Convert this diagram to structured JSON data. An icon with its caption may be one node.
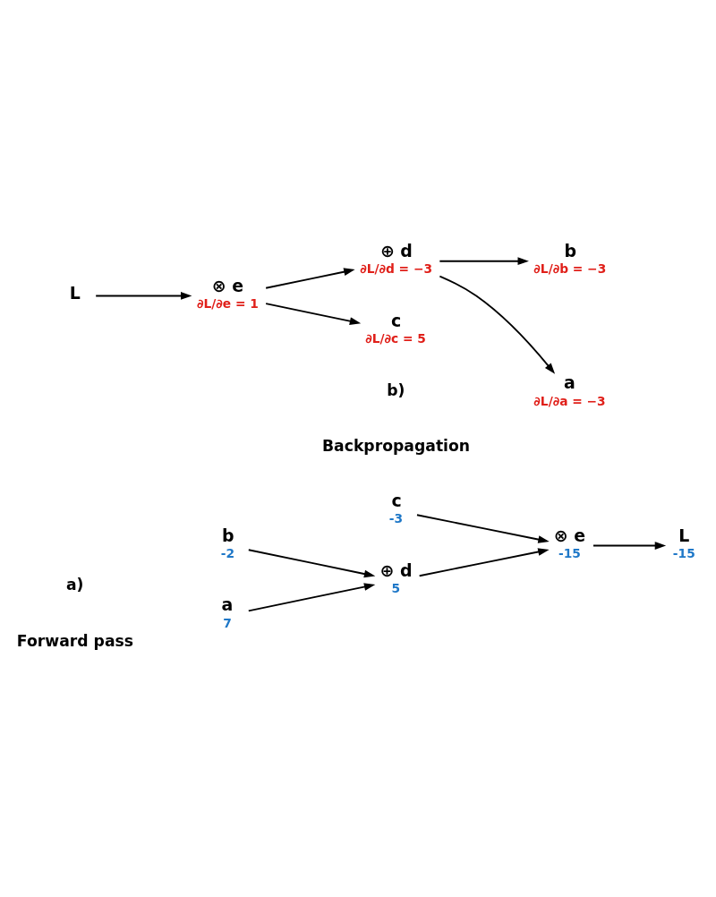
{
  "diagram": {
    "nodes": [
      {
        "text": [
          "a"
        ],
        "beside": [
          "7"
        ]
      },
      {
        "text": [
          "⊕",
          "d"
        ],
        "beside": [
          "5"
        ]
      },
      {
        "text": [
          "b"
        ],
        "beside": [
          "-2"
        ]
      },
      {
        "text": [
          "⊗",
          "e"
        ],
        "beside": [
          "-15"
        ]
      },
      {
        "text": [
          "L"
        ],
        "beside": [
          "-15"
        ]
      },
      {
        "text": [
          "c"
        ],
        "beside": [
          "-3"
        ]
      },
      {
        "text": [
          "a"
        ],
        "beside": [
          "∂L/∂a = −3"
        ]
      },
      {
        "text": [
          "⊕",
          "d"
        ],
        "beside": [
          "∂L/∂d = −3"
        ]
      },
      {
        "text": [
          "b"
        ],
        "beside": [
          "∂L/∂b = −3"
        ]
      },
      {
        "text": [
          "⊗",
          "e"
        ],
        "beside": [
          "∂L/∂e = 1"
        ]
      },
      {
        "text": [
          "L"
        ]
      },
      {
        "text": [
          "c"
        ],
        "beside": [
          "∂L/∂c = 5"
        ]
      }
    ],
    "edges": [
      {
        "from": 0,
        "to": 1,
        "arrow": "to"
      },
      {
        "from": 2,
        "to": 1,
        "arrow": "to"
      },
      {
        "from": 1,
        "to": 3,
        "arrow": "to"
      },
      {
        "from": 5,
        "to": 3,
        "arrow": "to"
      },
      {
        "from": 3,
        "to": 4,
        "arrow": "to"
      },
      {
        "from": 7,
        "to": 6,
        "arrow": "to"
      },
      {
        "from": 7,
        "to": 8,
        "arrow": "to"
      },
      {
        "from": 9,
        "to": 7,
        "arrow": "to"
      },
      {
        "from": 9,
        "to": 11,
        "arrow": "to"
      },
      {
        "from": 10,
        "to": 9,
        "arrow": "to"
      }
    ],
    "labels": [
      "a)",
      "Forward pass",
      "b)",
      "Backpropagation"
    ]
  }
}
